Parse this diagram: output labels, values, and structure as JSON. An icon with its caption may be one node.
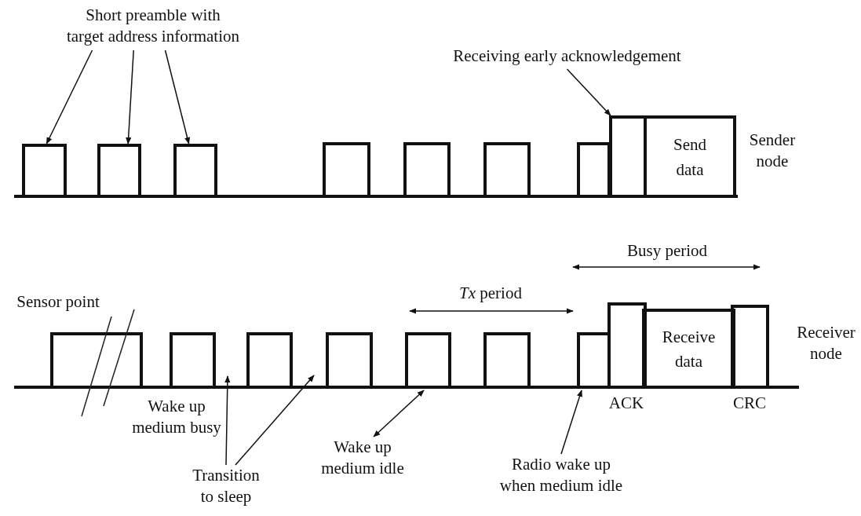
{
  "diagram": {
    "nodes": [
      {
        "text": [
          "Short preamble with target address information"
        ]
      },
      {
        "text": [],
        "shape": "bar"
      },
      {
        "text": [],
        "shape": "bar"
      },
      {
        "text": [],
        "shape": "bar"
      },
      {
        "text": [
          "Receiving early acknowledgement"
        ]
      },
      {
        "text": [],
        "shape": "bar"
      },
      {
        "text": [
          "Send data"
        ]
      },
      {
        "text": [
          "Receive data"
        ]
      },
      {
        "text": [
          "Transition to sleep"
        ]
      },
      {
        "text": [
          "Wake up medium idle"
        ]
      },
      {
        "text": [
          "Radio wake up when medium idle"
        ]
      }
    ],
    "edges": [
      {
        "from": 0,
        "to": 1,
        "arrow": "to"
      },
      {
        "from": 0,
        "to": 2,
        "arrow": "to"
      },
      {
        "from": 0,
        "to": 3,
        "arrow": "to"
      },
      {
        "from": 4,
        "to": 5,
        "arrow": "to"
      },
      {
        "from": 8,
        "to": null,
        "arrow": "to"
      },
      {
        "from": 8,
        "to": null,
        "arrow": "to"
      },
      {
        "from": 9,
        "to": null,
        "arrow": "both"
      },
      {
        "from": 10,
        "to": null,
        "arrow": "to"
      }
    ],
    "labels": [
      "Sender node",
      "Busy period",
      "*Tx* period",
      "Sensor point",
      "Receiver node",
      "ACK",
      "CRC",
      "Wake up medium busy"
    ]
  }
}
